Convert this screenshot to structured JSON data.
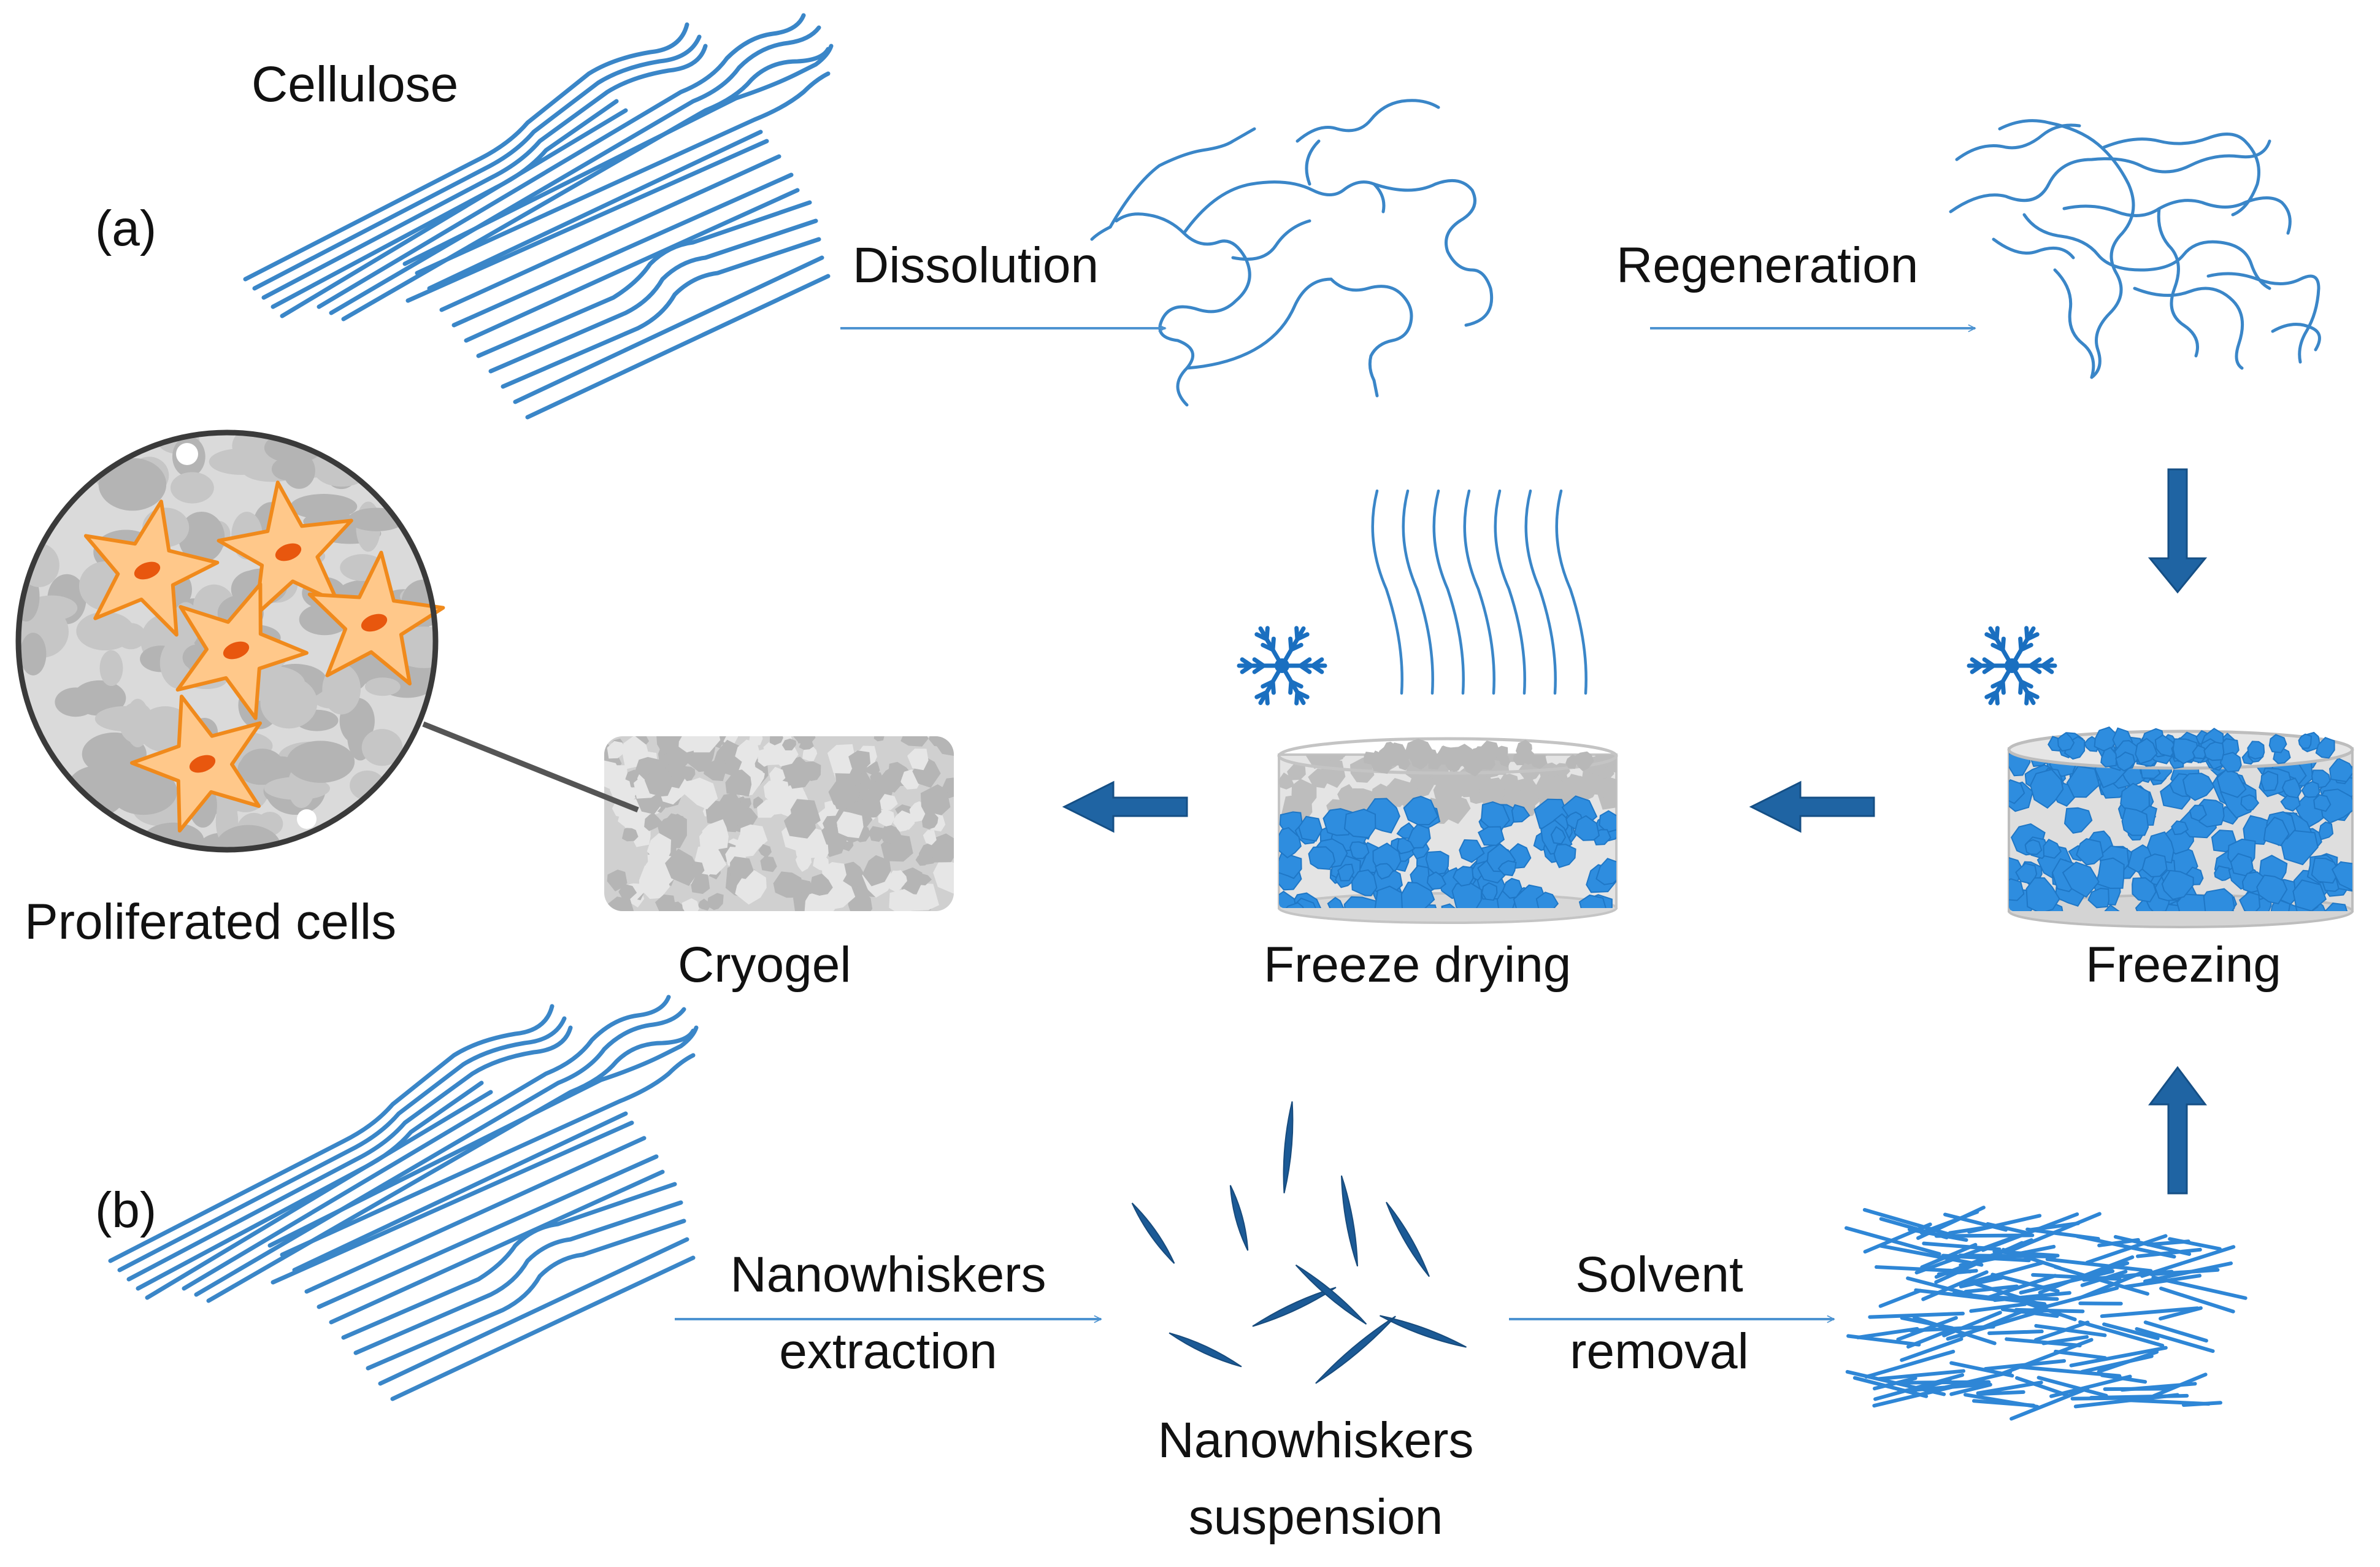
{
  "labels": {
    "cellulose": "Cellulose",
    "panel_a": "(a)",
    "panel_b": "(b)",
    "dissolution": "Dissolution",
    "regeneration": "Regeneration",
    "freezing": "Freezing",
    "freeze_drying": "Freeze drying",
    "cryogel": "Cryogel",
    "proliferated_cells": "Proliferated cells",
    "nanowhiskers_extraction_1": "Nanowhiskers",
    "nanowhiskers_extraction_2": "extraction",
    "solvent_removal_1": "Solvent",
    "solvent_removal_2": "removal",
    "nanowhiskers_suspension_1": "Nanowhiskers",
    "nanowhiskers_suspension_2": "suspension"
  },
  "colors": {
    "fiber": "#3a86c8",
    "ice": "#2e8ddf",
    "block_arrow": "#1f64a3",
    "pore_gray": "#c8c8c8",
    "cell_fill": "#ffc88a",
    "cell_stroke": "#f08a1c",
    "nucleus": "#e8570e"
  },
  "icons": [
    "snowflake-icon",
    "snowflake-icon"
  ]
}
